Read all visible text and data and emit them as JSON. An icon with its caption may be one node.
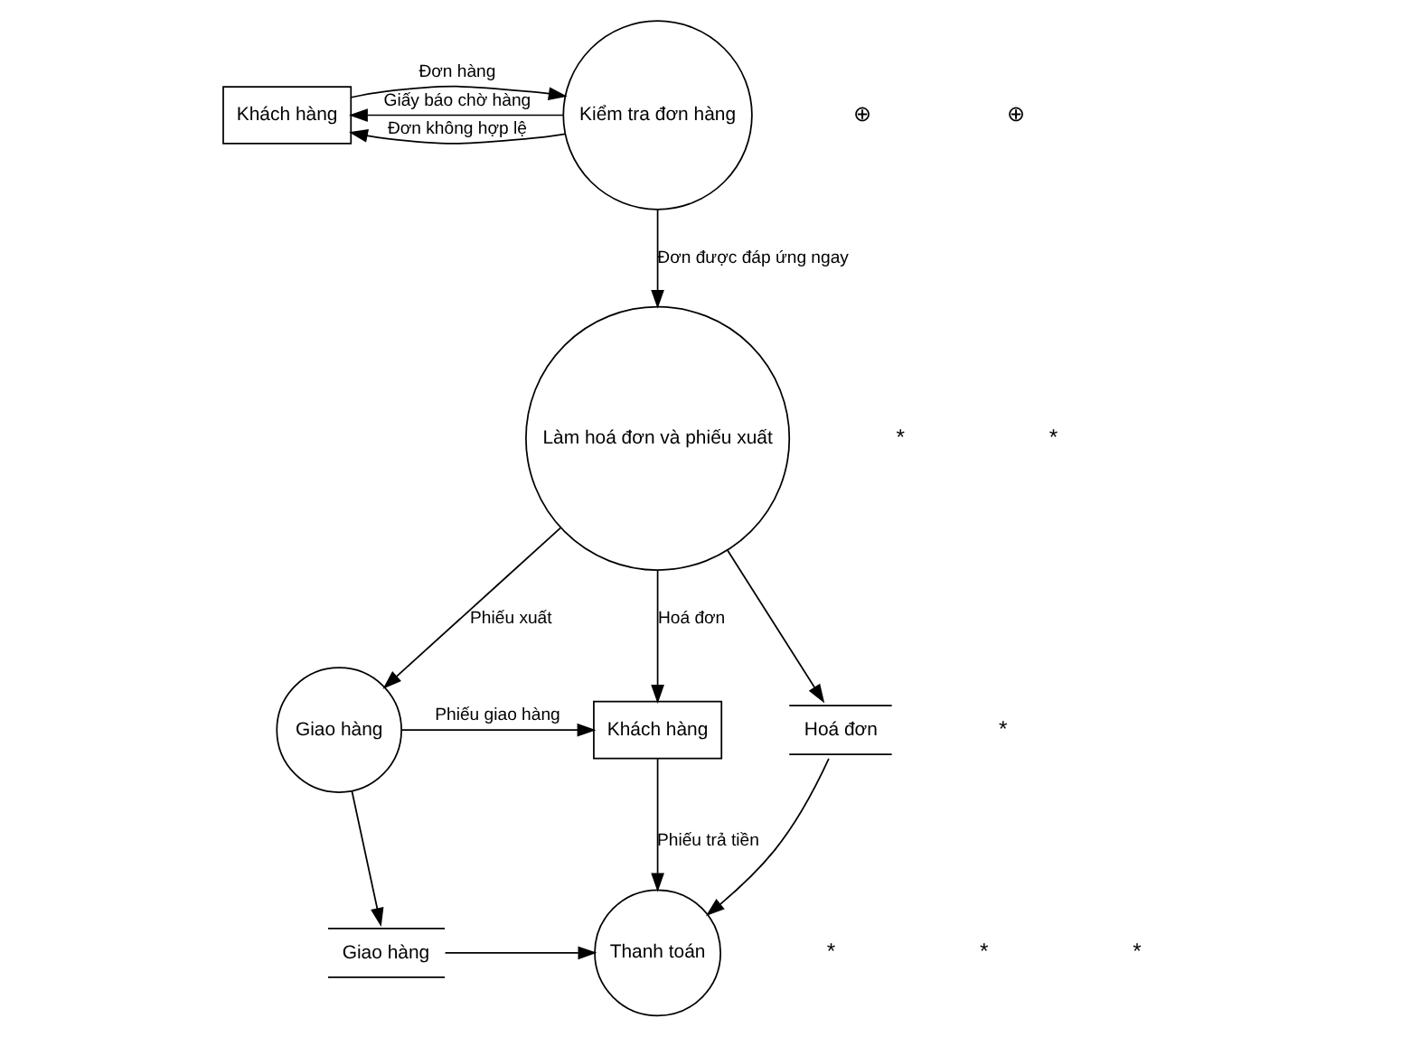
{
  "diagram": {
    "nodes": [
      {
        "text": [
          "Khách hàng"
        ]
      },
      {
        "text": [
          "Kiểm tra đơn hàng"
        ]
      },
      {
        "text": [
          "Làm hoá đơn và phiếu xuất"
        ]
      },
      {
        "text": [
          "Giao hàng"
        ]
      },
      {
        "text": [
          "Khách hàng"
        ]
      },
      {
        "text": [
          "Hoá đơn"
        ]
      },
      {
        "text": [
          "Giao hàng"
        ]
      },
      {
        "text": [
          "Thanh toán"
        ]
      }
    ],
    "edges": [
      {
        "from": 0,
        "to": 1,
        "arrow": "to",
        "label": "Đơn hàng"
      },
      {
        "from": 1,
        "to": 0,
        "arrow": "to",
        "label": "Đơn không hợp lệ"
      },
      {
        "from": 1,
        "to": 0,
        "arrow": "to",
        "label": "Giấy báo chờ hàng"
      },
      {
        "from": 1,
        "to": 2,
        "arrow": "to",
        "label": "Đơn được đáp ứng ngay"
      },
      {
        "from": 2,
        "to": 3,
        "arrow": "to",
        "label": "Phiếu xuất"
      },
      {
        "from": 2,
        "to": 4,
        "arrow": "to",
        "label": "Hoá đơn"
      },
      {
        "from": 2,
        "to": 5,
        "arrow": "to"
      },
      {
        "from": 3,
        "to": 4,
        "arrow": "to",
        "label": "Phiếu giao hàng"
      },
      {
        "from": 3,
        "to": 6,
        "arrow": "to"
      },
      {
        "from": 4,
        "to": 7,
        "arrow": "to",
        "label": "Phiếu trả tiền"
      },
      {
        "from": 5,
        "to": 7,
        "arrow": "to"
      },
      {
        "from": 6,
        "to": 7,
        "arrow": "to"
      }
    ],
    "labels": [
      "⊕",
      "⊕",
      "*",
      "*",
      "*",
      "*",
      "*",
      "*"
    ]
  }
}
